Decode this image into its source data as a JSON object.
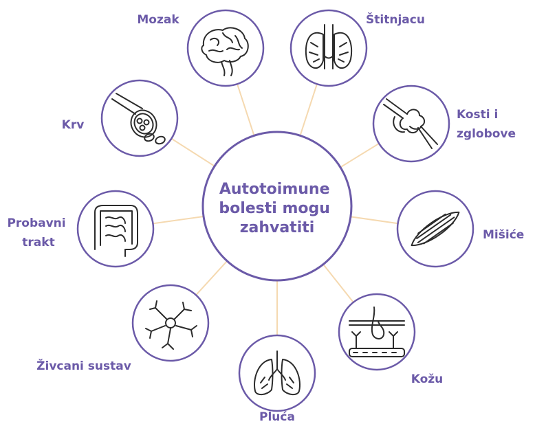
{
  "center": {
    "lines": [
      "Autotoimune",
      "bolesti mogu",
      "zahvatiti"
    ]
  },
  "organs": [
    {
      "key": "brain",
      "label": [
        "Mozak"
      ],
      "icon": "brain-icon"
    },
    {
      "key": "thyroid",
      "label": [
        "Štitnjacu"
      ],
      "icon": "thyroid-icon"
    },
    {
      "key": "bones",
      "label": [
        "Kosti i",
        "zglobove"
      ],
      "icon": "bone-joint-icon"
    },
    {
      "key": "muscles",
      "label": [
        "Mišiće"
      ],
      "icon": "muscle-icon"
    },
    {
      "key": "skin",
      "label": [
        "Kožu"
      ],
      "icon": "skin-layers-icon"
    },
    {
      "key": "lungs",
      "label": [
        "Pluća"
      ],
      "icon": "lungs-icon"
    },
    {
      "key": "nerves",
      "label": [
        "Živcani sustav"
      ],
      "icon": "neuron-icon"
    },
    {
      "key": "gut",
      "label": [
        "Probavni",
        "trakt"
      ],
      "icon": "intestines-icon"
    },
    {
      "key": "blood",
      "label": [
        "Krv"
      ],
      "icon": "blood-vessel-icon"
    }
  ],
  "colors": {
    "circle_stroke": "#6b5aa8",
    "connector": "#f5d9b0",
    "label": "#6b5aa8",
    "icon_stroke": "#2b2b2b"
  }
}
